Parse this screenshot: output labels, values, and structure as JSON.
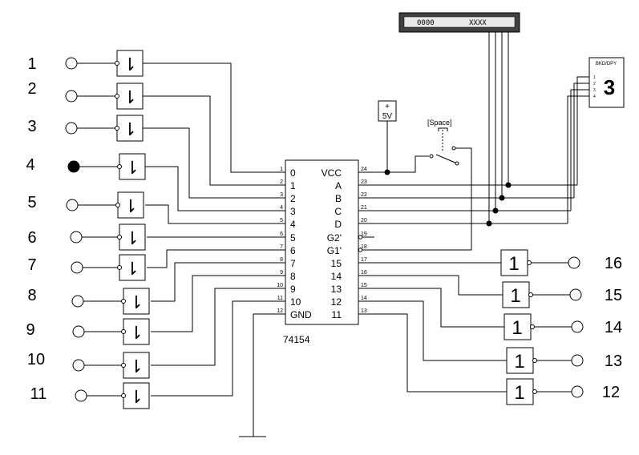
{
  "chip": {
    "name": "74154",
    "left_pins": [
      {
        "num": "1",
        "label": "0"
      },
      {
        "num": "2",
        "label": "1"
      },
      {
        "num": "3",
        "label": "2"
      },
      {
        "num": "4",
        "label": "3"
      },
      {
        "num": "5",
        "label": "4"
      },
      {
        "num": "6",
        "label": "5"
      },
      {
        "num": "7",
        "label": "6"
      },
      {
        "num": "8",
        "label": "7"
      },
      {
        "num": "9",
        "label": "8"
      },
      {
        "num": "10",
        "label": "9"
      },
      {
        "num": "11",
        "label": "10"
      },
      {
        "num": "12",
        "label": "GND"
      }
    ],
    "right_pins": [
      {
        "num": "24",
        "label": "VCC"
      },
      {
        "num": "23",
        "label": "A"
      },
      {
        "num": "22",
        "label": "B"
      },
      {
        "num": "21",
        "label": "C"
      },
      {
        "num": "20",
        "label": "D"
      },
      {
        "num": "19",
        "label": "G2'"
      },
      {
        "num": "18",
        "label": "G1'"
      },
      {
        "num": "17",
        "label": "15"
      },
      {
        "num": "16",
        "label": "14"
      },
      {
        "num": "15",
        "label": "13"
      },
      {
        "num": "14",
        "label": "12"
      },
      {
        "num": "13",
        "label": "11"
      }
    ]
  },
  "input_labels": [
    "1",
    "2",
    "3",
    "4",
    "5",
    "6",
    "7",
    "8",
    "9",
    "10",
    "11"
  ],
  "output_labels": [
    "16",
    "15",
    "14",
    "13",
    "12"
  ],
  "buffer_symbol": "⇂",
  "inverter_symbol": "1",
  "power": {
    "label": "5V",
    "sign": "+"
  },
  "switch": {
    "label": "[Space]"
  },
  "hex_display": {
    "left": "0000",
    "right": "XXXX"
  },
  "seven_seg": {
    "header": "BKD/DPY",
    "digit": "3",
    "pins": [
      "1",
      "2",
      "3",
      "4"
    ]
  }
}
